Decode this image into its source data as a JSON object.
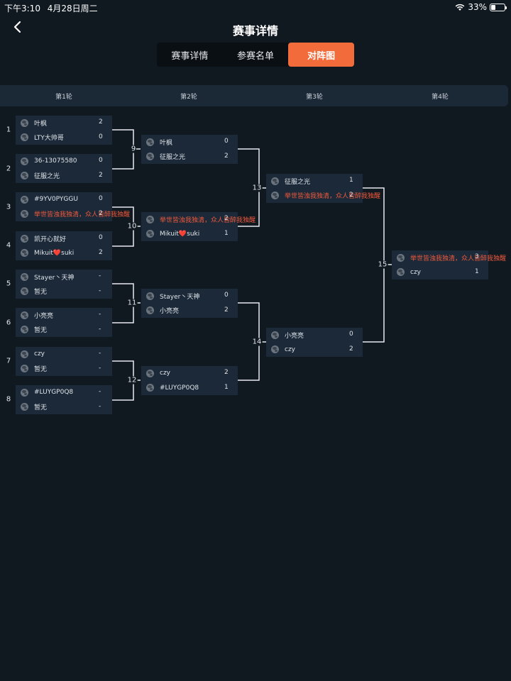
{
  "status": {
    "time": "下午3:10",
    "date": "4月28日周二",
    "battery": "33%",
    "battery_level": 0.33
  },
  "header": {
    "title": "赛事详情"
  },
  "tabs": [
    {
      "label": "赛事详情"
    },
    {
      "label": "参赛名单"
    },
    {
      "label": "对阵图"
    }
  ],
  "rounds": [
    "第1轮",
    "第2轮",
    "第3轮",
    "第4轮"
  ],
  "colors": {
    "accent": "#f26b3a",
    "winner_red": "#f15a3c",
    "card": "#1c2938",
    "background": "#101820"
  },
  "seeds": [
    "1",
    "2",
    "3",
    "4",
    "5",
    "6",
    "7",
    "8"
  ],
  "round1": [
    {
      "p1": "叶枫",
      "s1": "2",
      "p2": "LTY大帅哥",
      "s2": "0"
    },
    {
      "p1": "36-13075580",
      "s1": "0",
      "p2": "征服之光",
      "s2": "2"
    },
    {
      "p1": "#9YV0PYGGU",
      "s1": "0",
      "p2": "举世皆浊我独清，众人皆醉我独醒",
      "s2": "2"
    },
    {
      "p1": "凯开心就好",
      "s1": "0",
      "p2": "Mikuit❤️suki",
      "s2": "2"
    },
    {
      "p1": "Stayer丶天神",
      "s1": "-",
      "p2": "暂无",
      "s2": "-"
    },
    {
      "p1": "小亮亮",
      "s1": "-",
      "p2": "暂无",
      "s2": "-"
    },
    {
      "p1": "czy",
      "s1": "-",
      "p2": "暂无",
      "s2": "-"
    },
    {
      "p1": "#LUYGP0Q8",
      "s1": "-",
      "p2": "暂无",
      "s2": "-"
    }
  ],
  "round2": [
    {
      "p1": "叶枫",
      "s1": "0",
      "p2": "征服之光",
      "s2": "2"
    },
    {
      "p1": "举世皆浊我独清，众人皆醉我独醒",
      "s1": "2",
      "p2": "Mikuit❤️suki",
      "s2": "1"
    },
    {
      "p1": "Stayer丶天神",
      "s1": "0",
      "p2": "小亮亮",
      "s2": "2"
    },
    {
      "p1": "czy",
      "s1": "2",
      "p2": "#LUYGP0Q8",
      "s2": "1"
    }
  ],
  "round3": [
    {
      "p1": "征服之光",
      "s1": "1",
      "p2": "举世皆浊我独清，众人皆醉我独醒",
      "s2": "2"
    },
    {
      "p1": "小亮亮",
      "s1": "0",
      "p2": "czy",
      "s2": "2"
    }
  ],
  "round4": [
    {
      "p1": "举世皆浊我独清，众人皆醉我独醒",
      "s1": "3",
      "p2": "czy",
      "s2": "1"
    }
  ],
  "match_numbers": [
    "9",
    "10",
    "11",
    "12",
    "13",
    "14",
    "15"
  ]
}
